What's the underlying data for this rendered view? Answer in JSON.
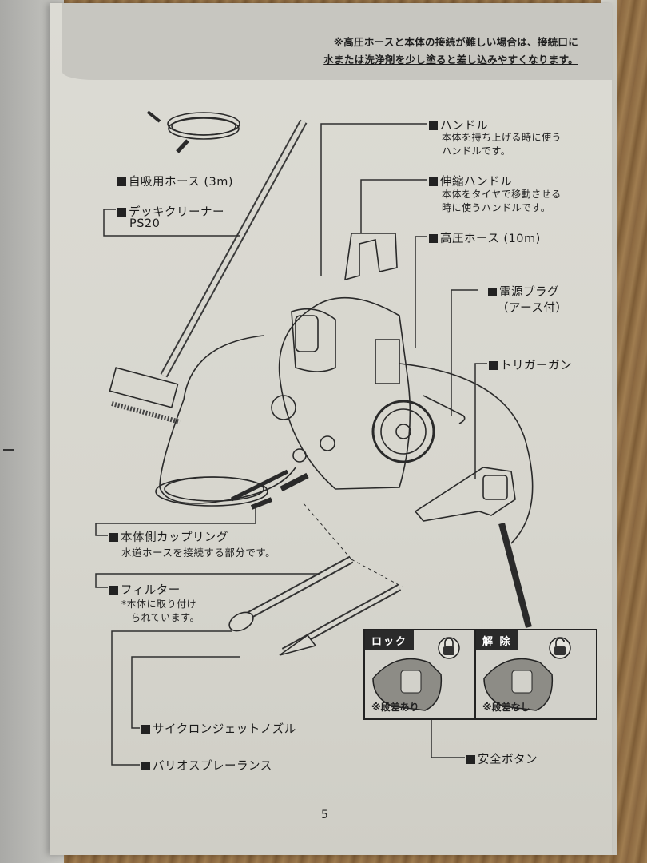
{
  "header_note": {
    "line1": "※高圧ホースと本体の接続が難しい場合は、接続口に",
    "line2": "水または洗浄剤を少し塗ると差し込みやすくなります。"
  },
  "labels": {
    "handle": {
      "title": "ハンドル",
      "desc1": "本体を持ち上げる時に使う",
      "desc2": "ハンドルです。"
    },
    "telescopic_handle": {
      "title": "伸縮ハンドル",
      "desc1": "本体をタイヤで移動させる",
      "desc2": "時に使うハンドルです。"
    },
    "high_pressure_hose": {
      "title": "高圧ホース (10m)"
    },
    "power_plug": {
      "title": "電源プラグ",
      "desc1": "（アース付）"
    },
    "trigger_gun": {
      "title": "トリガーガン"
    },
    "suction_hose": {
      "title": "自吸用ホース (3m)"
    },
    "deck_cleaner": {
      "title": "デッキクリーナー",
      "desc1": "PS20"
    },
    "body_coupling": {
      "title": "本体側カップリング",
      "desc1": "水道ホースを接続する部分です。"
    },
    "filter": {
      "title": "フィルター",
      "desc1": "*本体に取り付け",
      "desc2": "られています。"
    },
    "cyclone_nozzle": {
      "title": "サイクロンジェットノズル"
    },
    "vario_lance": {
      "title": "バリオスプレーランス"
    },
    "safety_button": {
      "title": "安全ボタン"
    }
  },
  "panels": [
    {
      "tag": "ロック",
      "caption": "※段差あり",
      "icon": "lock-closed-icon"
    },
    {
      "tag": "解 除",
      "caption": "※段差なし",
      "icon": "lock-open-icon"
    }
  ],
  "page_number": "5"
}
